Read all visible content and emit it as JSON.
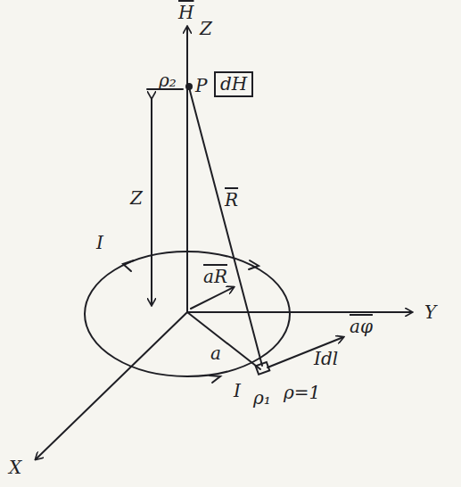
{
  "diagram": {
    "nodes": [
      {
        "text": [
          "dH"
        ]
      }
    ],
    "labels": [
      "H",
      "Z",
      "ρ₂",
      "P",
      "Z",
      "R",
      "I",
      "aR",
      "a",
      "Y",
      "aφ",
      "Idl",
      "I",
      "ρ₁",
      "ρ=1",
      "X"
    ]
  }
}
